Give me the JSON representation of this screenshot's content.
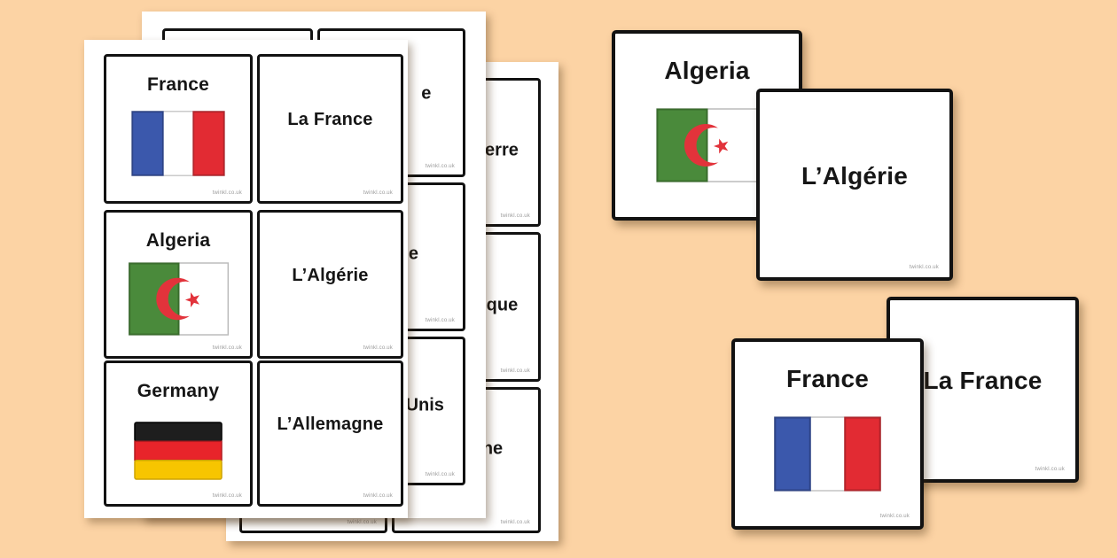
{
  "page_background": "#FCD3A4",
  "watermark": "twinkl.co.uk",
  "colors": {
    "card_border": "#121212",
    "text": "#161616",
    "france_blue": "#3B58AC",
    "france_red": "#E22B33",
    "algeria_green": "#4A8A3B",
    "flag_red": "#E2333B",
    "germany_black": "#1E1E1E",
    "germany_red": "#E8242A",
    "germany_gold": "#F7C500"
  },
  "front_sheet": {
    "cards": [
      {
        "label": "France"
      },
      {
        "label": "La France"
      },
      {
        "label": "Algeria"
      },
      {
        "label": "L’Algérie"
      },
      {
        "label": "Germany"
      },
      {
        "label": "L’Allemagne"
      }
    ]
  },
  "middle_sheet": {
    "fragments": [
      {
        "text": "e"
      },
      {
        "text": "e"
      },
      {
        "text": "Unis"
      }
    ]
  },
  "back_sheet": {
    "fragments": [
      {
        "text": "erre"
      },
      {
        "text": "que"
      },
      {
        "text": "ne"
      }
    ]
  },
  "loose_cards": [
    {
      "label": "Algeria"
    },
    {
      "label": "L’Algérie"
    },
    {
      "label": "La France"
    },
    {
      "label": "France"
    }
  ]
}
